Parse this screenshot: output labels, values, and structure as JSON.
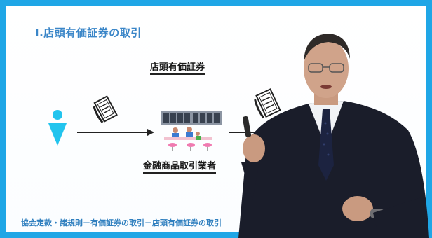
{
  "slide": {
    "title": "Ⅰ.店頭有価証券の取引",
    "diagram_title": "店頭有価証券",
    "firm_label": "金融商品取引業者",
    "footer": "協会定款・諸規則－有価証券の取引－店頭有価証券の取引"
  },
  "icons": {
    "investor": "person-icon",
    "certificate": "stock-certificate-icon",
    "firm": "securities-firm-icon"
  },
  "colors": {
    "frame": "#1fa6e6",
    "title": "#3a86c8",
    "person": "#22c4ee",
    "suit": "#1a1d2a"
  }
}
